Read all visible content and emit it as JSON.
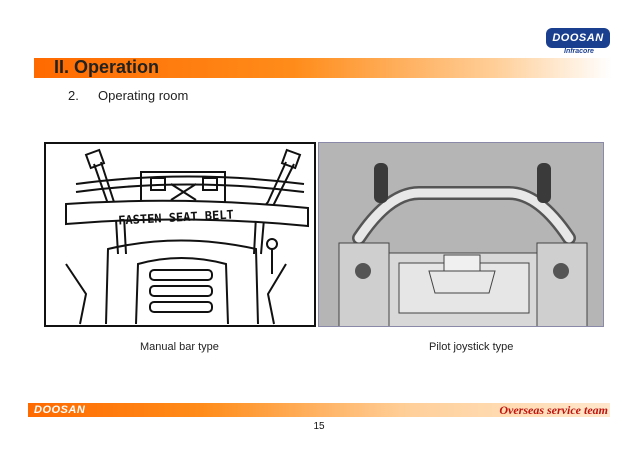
{
  "logo": {
    "brand": "DOOSAN",
    "sub": "Infracore"
  },
  "header": {
    "title": "II. Operation"
  },
  "section": {
    "number": "2.",
    "label": "Operating room"
  },
  "figures": {
    "left_caption": "Manual bar type",
    "right_caption": "Pilot joystick type",
    "seat_belt_text": "FASTEN SEAT BELT"
  },
  "footer": {
    "brand": "DOOSAN",
    "team": "Overseas service team",
    "page": "15"
  },
  "colors": {
    "accent": "#ff6a00",
    "brand_blue": "#1b3f8f",
    "team_red": "#c0150f"
  }
}
